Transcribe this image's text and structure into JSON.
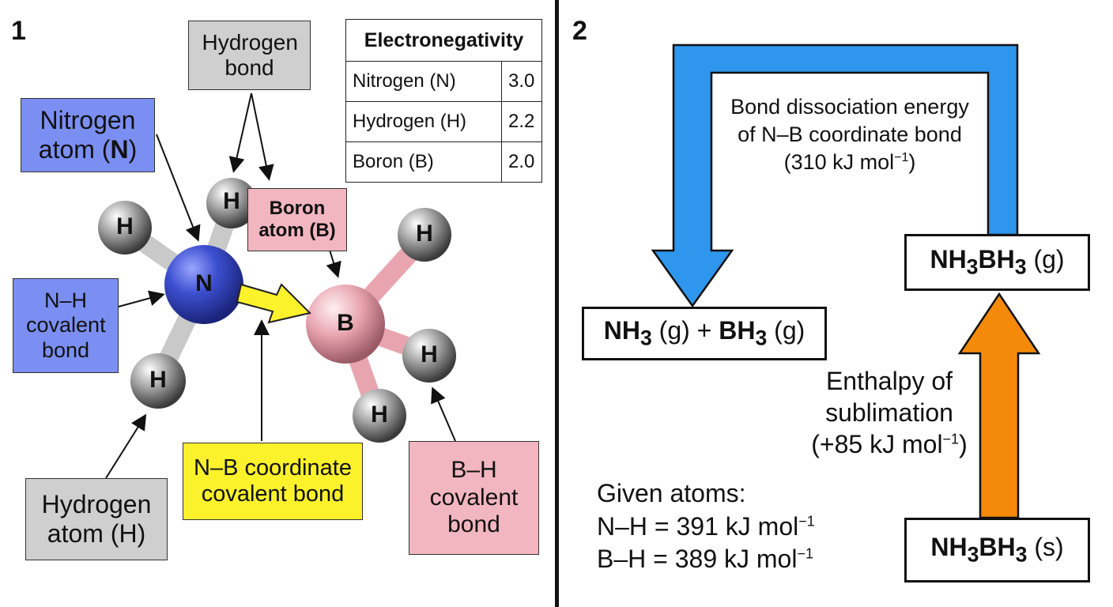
{
  "panel1": {
    "number": "1",
    "labels": {
      "hydrogen_bond": "Hydrogen bond",
      "nitrogen_atom_prefix": "Nitrogen atom (",
      "nitrogen_atom_symbol": "N",
      "nitrogen_atom_suffix": ")",
      "boron_atom": "Boron atom (B)",
      "nh_bond": "N–H covalent bond",
      "hydrogen_atom": "Hydrogen atom (H)",
      "nb_bond": "N–B coordinate covalent bond",
      "bh_bond": "B–H covalent bond"
    },
    "atoms": {
      "n": "N",
      "b": "B",
      "h": "H"
    },
    "table": {
      "header": "Electronegativity",
      "rows": [
        {
          "element": "Nitrogen (N)",
          "value": "3.0"
        },
        {
          "element": "Hydrogen (H)",
          "value": "2.2"
        },
        {
          "element": "Boron (B)",
          "value": "2.0"
        }
      ]
    },
    "colors": {
      "nitrogen": "#3d4fd0",
      "boron": "#e8a5b0",
      "hydrogen": "#8a8a8a",
      "arrow": "#fbf22c"
    }
  },
  "panel2": {
    "number": "2",
    "gas_products": {
      "a": "NH",
      "a_sub": "3",
      "a_state": " (g) + ",
      "b": "BH",
      "b_sub": "3",
      "b_state": " (g)"
    },
    "gas_complex": {
      "a": "NH",
      "a_sub": "3",
      "b": "BH",
      "b_sub": "3",
      "state": " (g)"
    },
    "solid_complex": {
      "a": "NH",
      "a_sub": "3",
      "b": "BH",
      "b_sub": "3",
      "state": " (s)"
    },
    "dissociation": {
      "line1": "Bond dissociation energy",
      "line2": "of N–B coordinate bond",
      "line3": "(310 kJ mol",
      "line3_sup": "−1",
      "line3_end": ")"
    },
    "sublimation": {
      "line1": "Enthalpy of",
      "line2": "sublimation",
      "line3": "(+85 kJ mol",
      "line3_sup": "−1",
      "line3_end": ")"
    },
    "given": {
      "title": "Given atoms:",
      "nh": "N–H = 391 kJ mol",
      "nh_sup": "−1",
      "bh": "B–H = 389 kJ mol",
      "bh_sup": "−1"
    },
    "colors": {
      "blue_arrow": "#2f96ee",
      "orange_arrow": "#f58a0a"
    }
  }
}
